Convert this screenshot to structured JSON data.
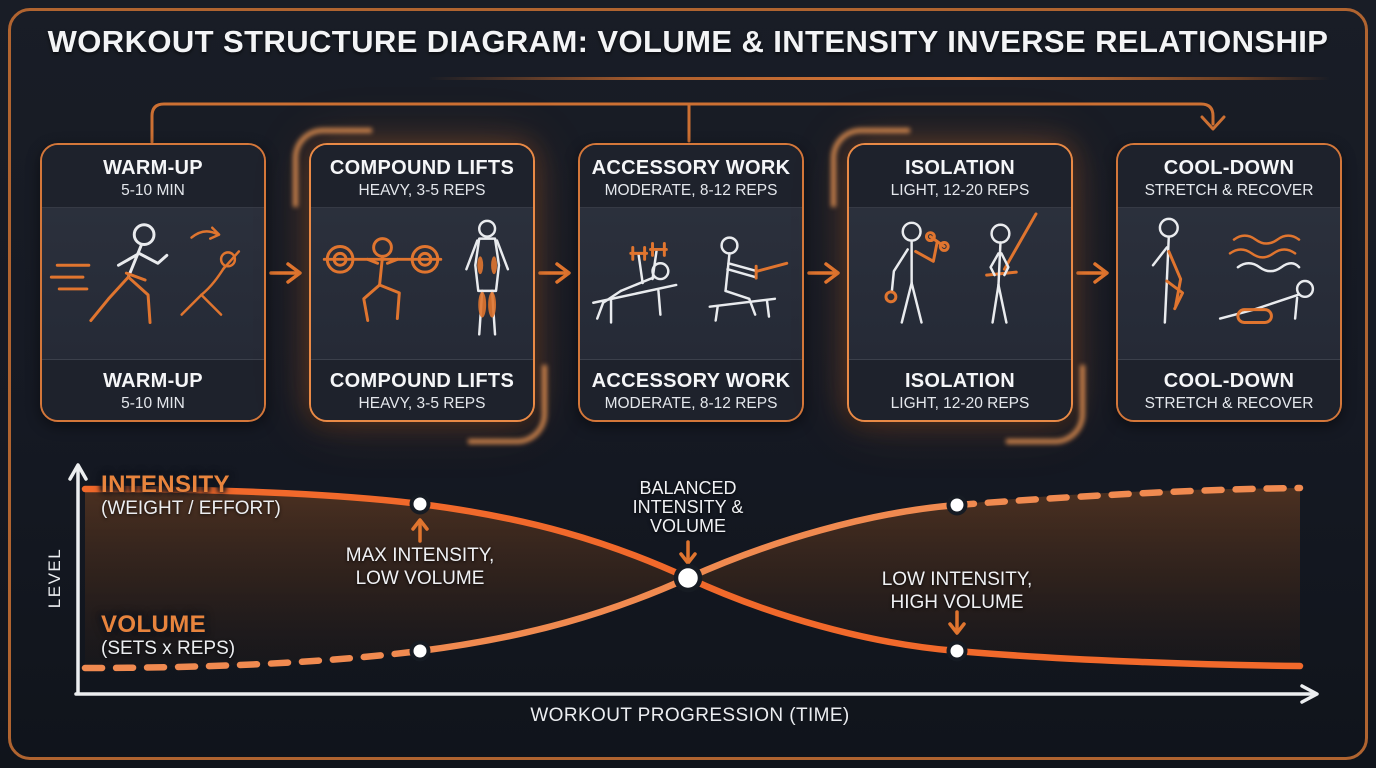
{
  "title": "WORKOUT STRUCTURE DIAGRAM: VOLUME & INTENSITY INVERSE RELATIONSHIP",
  "stages": [
    {
      "name": "WARM-UP",
      "detail": "5-10 MIN",
      "highlighted": false,
      "icons": [
        "speed-lines-icon",
        "runner-icon",
        "stretch-icon"
      ]
    },
    {
      "name": "COMPOUND LIFTS",
      "detail": "HEAVY, 3-5 REPS",
      "highlighted": true,
      "icons": [
        "barbell-squat-icon",
        "muscle-anatomy-icon"
      ]
    },
    {
      "name": "ACCESSORY WORK",
      "detail": "MODERATE, 8-12 REPS",
      "highlighted": false,
      "icons": [
        "bench-press-icon",
        "seated-row-icon"
      ]
    },
    {
      "name": "ISOLATION",
      "detail": "LIGHT, 12-20 REPS",
      "highlighted": true,
      "icons": [
        "bicep-curl-icon",
        "cable-pushdown-icon"
      ]
    },
    {
      "name": "COOL-DOWN",
      "detail": "STRETCH & RECOVER",
      "highlighted": false,
      "icons": [
        "quad-stretch-icon",
        "breath-waves-icon",
        "foam-roller-icon"
      ]
    }
  ],
  "chart": {
    "y_axis_label": "LEVEL",
    "x_axis_label": "WORKOUT PROGRESSION (TIME)",
    "intensity": {
      "label": "INTENSITY",
      "sublabel": "(WEIGHT / EFFORT)"
    },
    "volume": {
      "label": "VOLUME",
      "sublabel": "(SETS x REPS)"
    },
    "annotations": {
      "max": {
        "line1": "MAX INTENSITY,",
        "line2": "LOW VOLUME"
      },
      "balanced": {
        "line1": "BALANCED",
        "line2": "INTENSITY &",
        "line3": "VOLUME"
      },
      "low": {
        "line1": "LOW INTENSITY,",
        "line2": "HIGH VOLUME"
      }
    }
  },
  "chart_data": {
    "type": "line",
    "title": "Volume & Intensity Inverse Relationship",
    "xlabel": "WORKOUT PROGRESSION (TIME)",
    "ylabel": "LEVEL",
    "x": [
      0,
      28,
      50,
      72,
      100
    ],
    "series": [
      {
        "name": "INTENSITY (WEIGHT / EFFORT)",
        "style": "solid",
        "color": "#f1692b",
        "values": [
          95,
          88,
          55,
          20,
          14
        ]
      },
      {
        "name": "VOLUME (SETS x REPS)",
        "style": "dashed",
        "color": "#f08a50",
        "values": [
          14,
          20,
          55,
          88,
          95
        ]
      }
    ],
    "markers": [
      {
        "x": 28,
        "label": "MAX INTENSITY, LOW VOLUME"
      },
      {
        "x": 50,
        "label": "BALANCED INTENSITY & VOLUME"
      },
      {
        "x": 72,
        "label": "LOW INTENSITY, HIGH VOLUME"
      }
    ],
    "grid": false,
    "legend_position": "inline-on-curves",
    "ylim": [
      0,
      100
    ]
  },
  "colors": {
    "accent_orange": "#e0752f",
    "intensity_line": "#f1692b",
    "volume_line": "#f08a50",
    "card_border": "#d4773a",
    "frame_border": "#b06430",
    "background": "#141821",
    "text_primary": "#f3f4f6"
  }
}
